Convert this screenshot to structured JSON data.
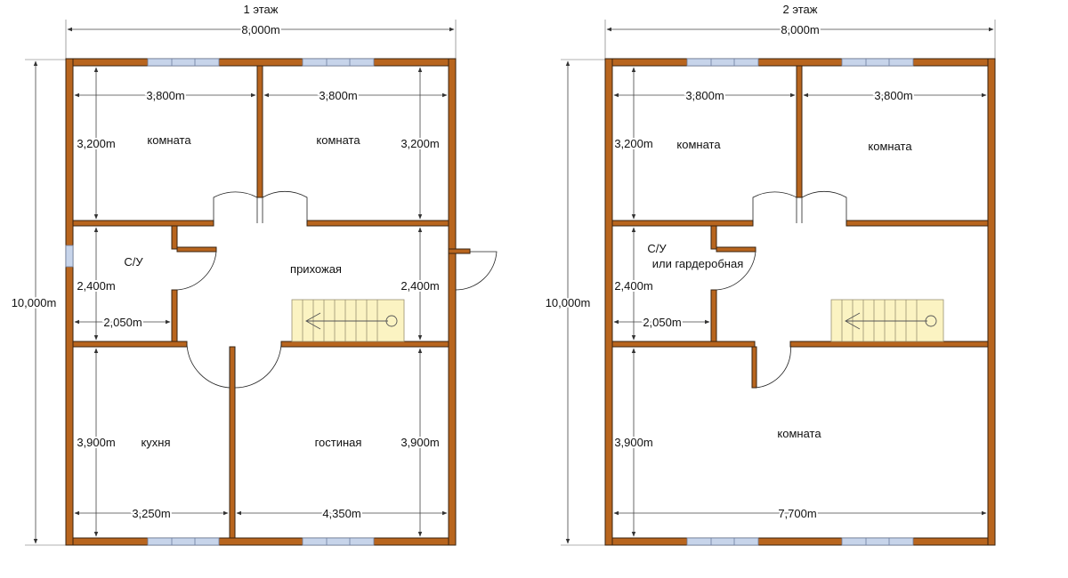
{
  "floors": [
    {
      "title": "1 этаж",
      "overall_width": "8,000m",
      "overall_height": "10,000m",
      "room_labels": [
        "комната",
        "комната",
        "С/У",
        "прихожая",
        "кухня",
        "гостиная"
      ],
      "dims": [
        "3,800m",
        "3,800m",
        "3,200m",
        "3,200m",
        "2,400m",
        "2,400m",
        "2,050m",
        "3,900m",
        "3,900m",
        "3,250m",
        "4,350m"
      ]
    },
    {
      "title": "2 этаж",
      "overall_width": "8,000m",
      "overall_height": "10,000m",
      "room_labels": [
        "комната",
        "комната",
        "С/У",
        "или гардеробная",
        "комната"
      ],
      "dims": [
        "3,800m",
        "3,800m",
        "3,200m",
        "2,400m",
        "2,050m",
        "3,900m",
        "7,700m"
      ]
    }
  ],
  "colors": {
    "wall": "#b8651e",
    "window": "#c7d4ea",
    "stairs": "#fbf3c2"
  }
}
